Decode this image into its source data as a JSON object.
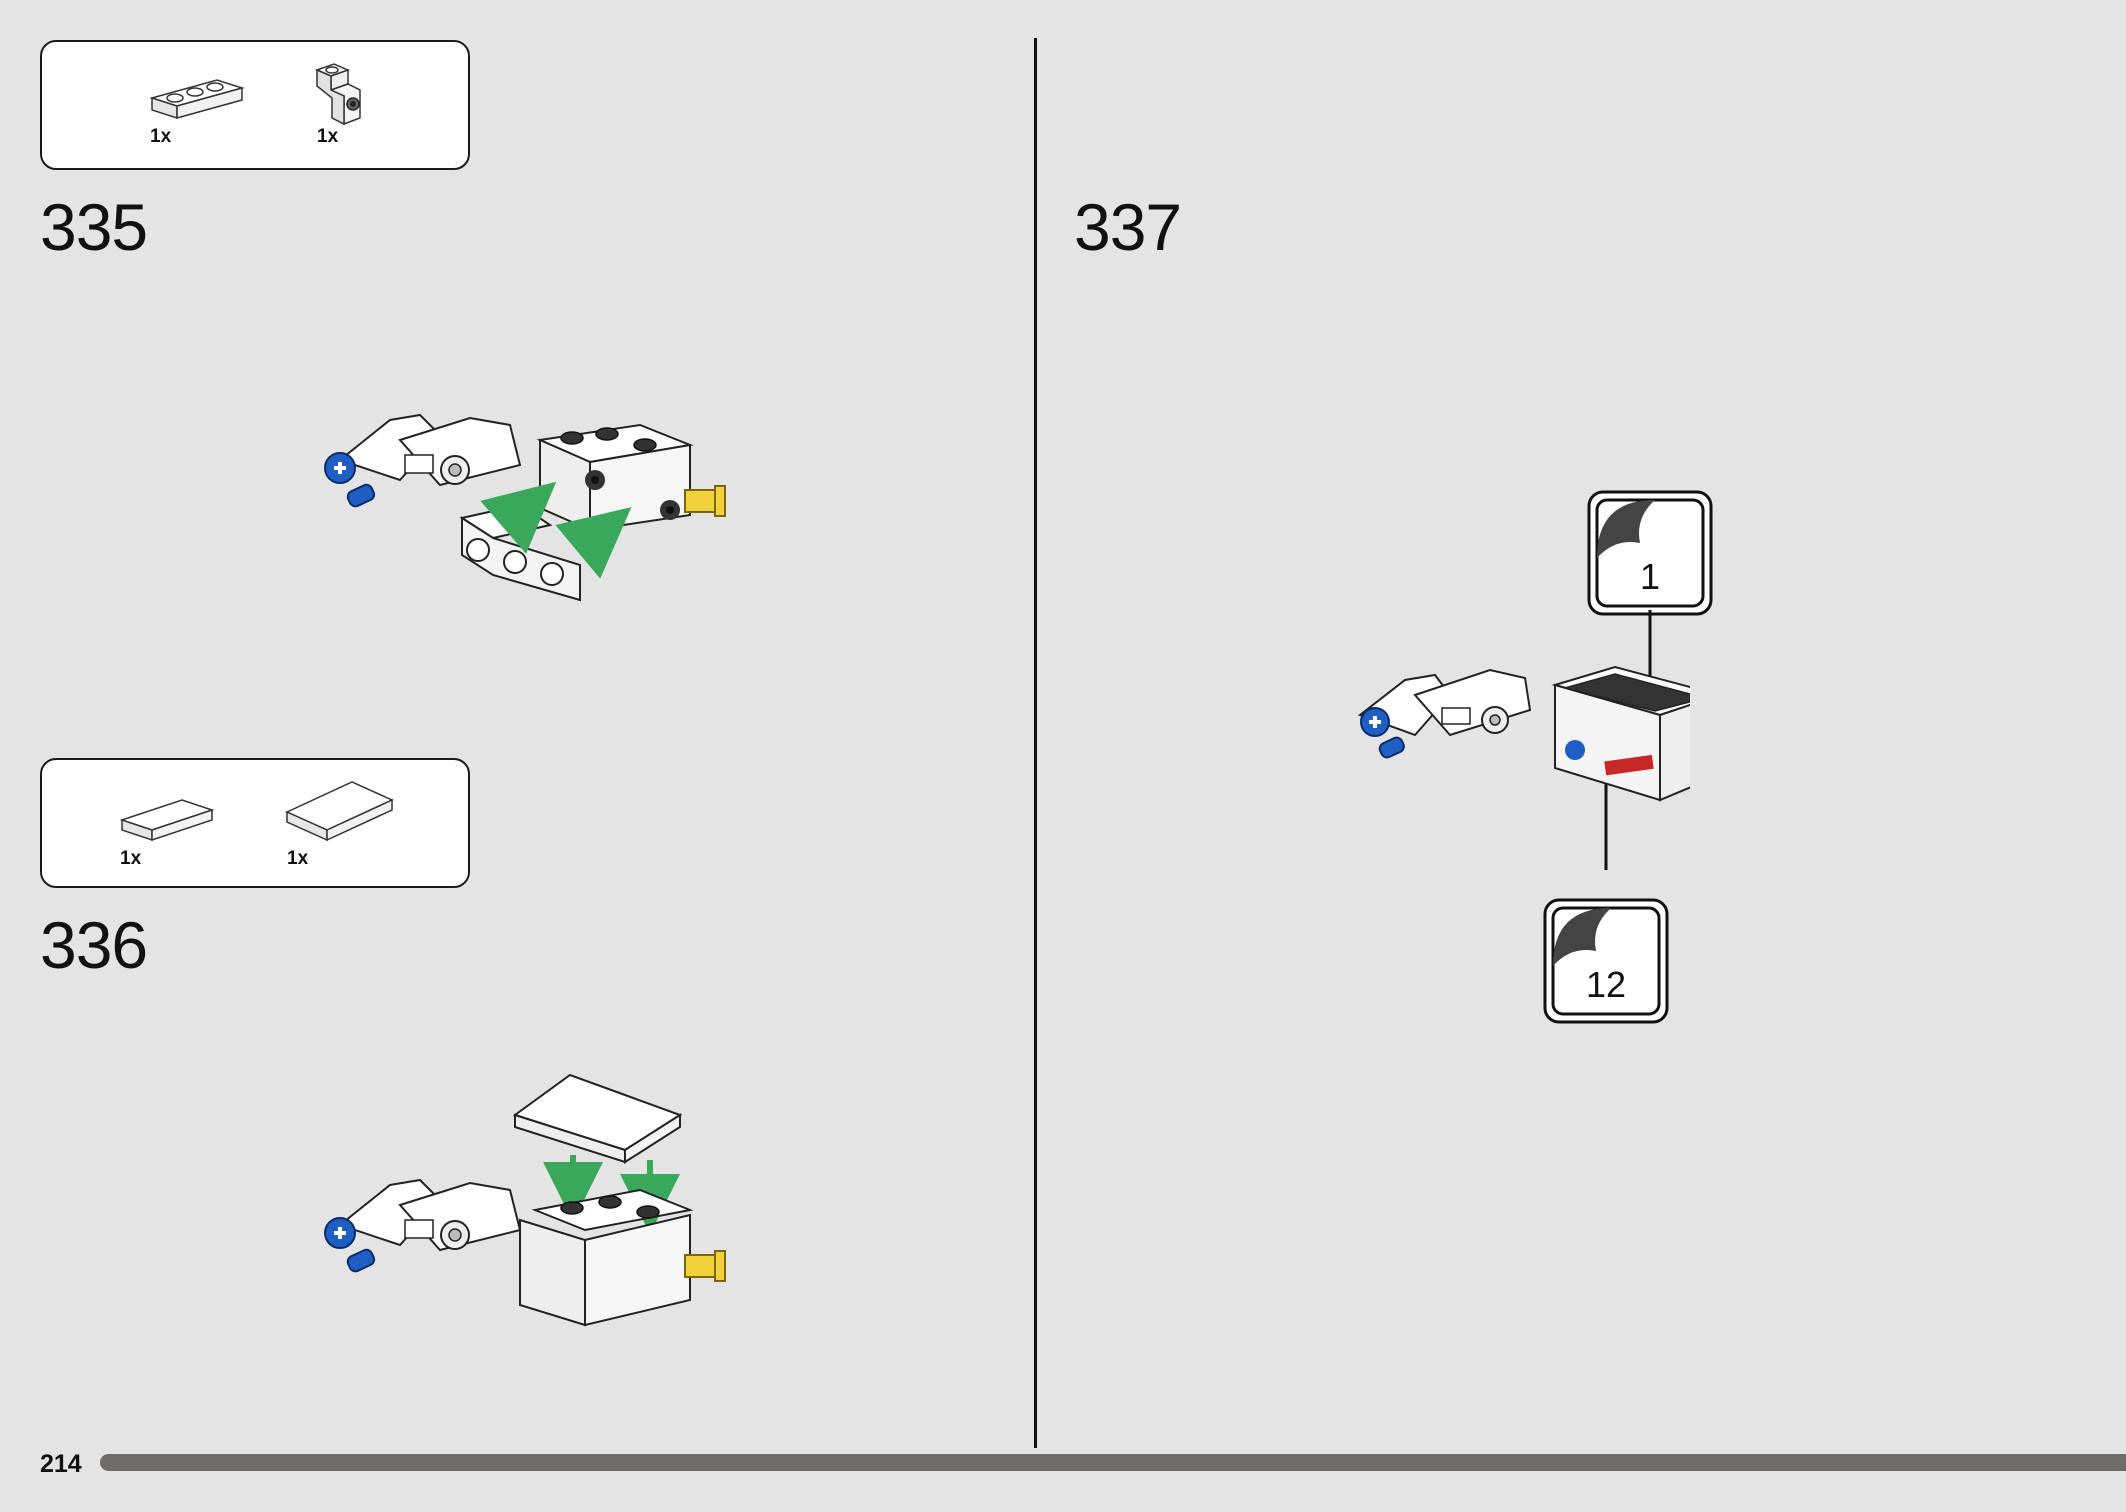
{
  "steps": [
    {
      "number": "335",
      "parts": [
        {
          "qty": "1x",
          "name": "plate-1x3"
        },
        {
          "qty": "1x",
          "name": "bracket-1x1"
        }
      ]
    },
    {
      "number": "336",
      "parts": [
        {
          "qty": "1x",
          "name": "tile-1x2"
        },
        {
          "qty": "1x",
          "name": "tile-2x3"
        }
      ]
    },
    {
      "number": "337",
      "stickers": [
        {
          "label": "1"
        },
        {
          "label": "12"
        }
      ]
    }
  ],
  "page": {
    "number": "214"
  },
  "colors": {
    "background": "#e4e4e4",
    "arrow": "#3aa85a",
    "technic_blue": "#1f5fc4",
    "axle_yellow": "#f2d23a",
    "progress": "#6d6c68"
  }
}
